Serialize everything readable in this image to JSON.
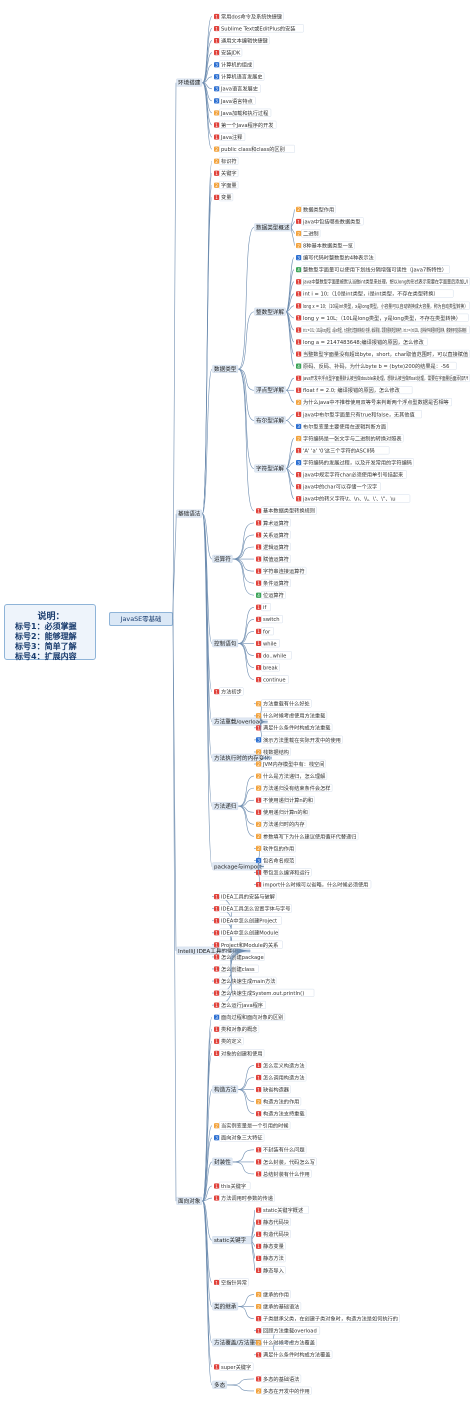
{
  "legend": {
    "title": "说明：",
    "lines": [
      "标号1：必须掌握",
      "标号2：能够理解",
      "标号3：简单了解",
      "标号4：扩展内容"
    ]
  },
  "root": "JavaSE零基础",
  "colors": {
    "p1": "#e0413a",
    "p2": "#f2a23c",
    "p3": "#2c6fd1",
    "p4": "#3aa356",
    "line": "#6e8db0",
    "box": "#dfe8f3"
  },
  "tree": [
    {
      "label": "环境搭建",
      "children": [
        {
          "label": "常用dos命令及系统快捷键",
          "p": 1
        },
        {
          "label": "Sublime Text或EditPlus的安装",
          "p": 1
        },
        {
          "label": "通用文本编辑快捷键",
          "p": 1
        },
        {
          "label": "安装JDK",
          "p": 1
        },
        {
          "label": "计算机的组成",
          "p": 3
        },
        {
          "label": "计算机语言发展史",
          "p": 3
        },
        {
          "label": "Java语言发展史",
          "p": 3
        },
        {
          "label": "Java语言特点",
          "p": 3
        },
        {
          "label": "Java加载和执行过程",
          "p": 2
        },
        {
          "label": "第一个Java程序的开发",
          "p": 1
        },
        {
          "label": "Java注释",
          "p": 1
        },
        {
          "label": "public class和class的区别",
          "p": 2
        }
      ]
    },
    {
      "label": "基础语法",
      "children": [
        {
          "label": "标识符",
          "p": 2
        },
        {
          "label": "关键字",
          "p": 1
        },
        {
          "label": "字面量",
          "p": 2
        },
        {
          "label": "变量",
          "p": 1
        },
        {
          "label": "数据类型",
          "children": [
            {
              "label": "数据类型概述",
              "children": [
                {
                  "label": "数据类型作用",
                  "p": 2
                },
                {
                  "label": "java中包括哪些数据类型",
                  "p": 1
                },
                {
                  "label": "二进制",
                  "p": 2
                },
                {
                  "label": "8种基本数据类型一览",
                  "p": 2
                }
              ]
            },
            {
              "label": "整数型详解",
              "children": [
                {
                  "label": "编写代码时整数型的4种表示法",
                  "p": 3
                },
                {
                  "label": "整数型字面量可以使用下划线分隔增强可读性（Java7新特性）",
                  "p": 4
                },
                {
                  "label": "java中整数型字面量被默认当做int类型来处理，想以long的形式表示需要在字面量后添加L/l",
                  "p": 1
                },
                {
                  "label": "int i = 10;（10是int类型，i是int类型，不存在类型转换）",
                  "p": 1
                },
                {
                  "label": "long x = 10;（10是int类型，x是long类型，小容量可以自动转换成大容量，称为自动类型转换）",
                  "p": 1
                },
                {
                  "label": "long y = 10L;（10L是long类型，y是long类型，不存在类型转换）",
                  "p": 1
                },
                {
                  "label": "int z = 10L;（10L是long类型，z是int类型，大容量无法直接转换成小容量，编译报错，需要加强制类型转换符，int z = (int)10L，这种操作叫做强制类型转换，谨慎使用可能损失精度）",
                  "p": 1
                },
                {
                  "label": "long a = 2147483648;编译报错的原因，怎么修改",
                  "p": 1
                },
                {
                  "label": "当整数型字面量没有超出byte，short，char取值范围时，可以直接赋值",
                  "p": 1
                },
                {
                  "label": "原码、反码、补码，为什么byte b = (byte)200的结果是：-56",
                  "p": 4
                }
              ]
            },
            {
              "label": "浮点型详解",
              "children": [
                {
                  "label": "java开发中浮点型字面量默认被当做double来处理，想默认被当做float处理，需要在字面量后面添加F/f",
                  "p": 1
                },
                {
                  "label": "float f = 2.0; 编译报错的原因，怎么修改",
                  "p": 1
                },
                {
                  "label": "为什么java中不推荐使用双等号来判断两个浮点型数据是否相等",
                  "p": 2
                }
              ]
            },
            {
              "label": "布尔型详解",
              "children": [
                {
                  "label": "java中布尔型字面量只有true和false，无其他值",
                  "p": 1
                },
                {
                  "label": "布尔型变量主要使用在逻辑判断方面",
                  "p": 3
                }
              ]
            },
            {
              "label": "字符型详解",
              "children": [
                {
                  "label": "字符编码是一张文字与二进制的转换对照表",
                  "p": 2
                },
                {
                  "label": "'A' 'a' '0'这三个字符的ASCII码",
                  "p": 1
                },
                {
                  "label": "字符编码的发展过程，以及开发常用的字符编码",
                  "p": 3
                },
                {
                  "label": "java中规定字符char必须使用单引号括起来",
                  "p": 1
                },
                {
                  "label": "java中的char可以存储一个汉字",
                  "p": 1
                },
                {
                  "label": "java中的转义字符\\t、\\n、\\\\、\\'、\\\"、\\u",
                  "p": 1
                }
              ]
            },
            {
              "label": "基本数据类型转换规则",
              "p": 1
            }
          ]
        },
        {
          "label": "运算符",
          "children": [
            {
              "label": "算术运算符",
              "p": 1
            },
            {
              "label": "关系运算符",
              "p": 1
            },
            {
              "label": "逻辑运算符",
              "p": 1
            },
            {
              "label": "赋值运算符",
              "p": 1
            },
            {
              "label": "字符串连接运算符",
              "p": 1
            },
            {
              "label": "条件运算符",
              "p": 1
            },
            {
              "label": "位运算符",
              "p": 4
            }
          ]
        },
        {
          "label": "控制语句",
          "children": [
            {
              "label": "if",
              "p": 1
            },
            {
              "label": "switch",
              "p": 1
            },
            {
              "label": "for",
              "p": 1
            },
            {
              "label": "while",
              "p": 1
            },
            {
              "label": "do..while",
              "p": 1
            },
            {
              "label": "break",
              "p": 1
            },
            {
              "label": "continue",
              "p": 1
            }
          ]
        },
        {
          "label": "方法初步",
          "p": 1
        },
        {
          "label": "方法重载/overload",
          "children": [
            {
              "label": "方法重载有什么好处",
              "p": 2
            },
            {
              "label": "什么时候考虑使用方法重载",
              "p": 2
            },
            {
              "label": "满足什么条件时构成方法重载",
              "p": 1
            },
            {
              "label": "演示方法重载在实际开发中的使用",
              "p": 3
            }
          ]
        },
        {
          "label": "方法执行时的内存变化",
          "children": [
            {
              "label": "栈数据结构",
              "p": 2
            },
            {
              "label": "JVM内存模型中有：栈空间",
              "p": 2
            }
          ]
        },
        {
          "label": "方法递归",
          "children": [
            {
              "label": "什么是方法递归，怎么理解",
              "p": 2
            },
            {
              "label": "方法递归没有结束条件会怎样",
              "p": 2
            },
            {
              "label": "不使用递归计算n的和",
              "p": 1
            },
            {
              "label": "使用递归计算n的和",
              "p": 1
            },
            {
              "label": "方法递归时的内存",
              "p": 2
            },
            {
              "label": "参数填写下为什么建议使用循环代替递归",
              "p": 2
            }
          ]
        },
        {
          "label": "package与import",
          "children": [
            {
              "label": "软件包的作用",
              "p": 2
            },
            {
              "label": "包名命名规范",
              "p": 3
            },
            {
              "label": "带包怎么编译和运行",
              "p": 1
            },
            {
              "label": "import什么时候可以省略，什么时候必须使用",
              "p": 1
            }
          ]
        }
      ]
    },
    {
      "label": "IntelliJ IDEA工具的使用",
      "children": [
        {
          "label": "IDEA工具的安装与破解",
          "p": 1
        },
        {
          "label": "IDEA工具怎么设置字体与字号",
          "p": 1
        },
        {
          "label": "IDEA中怎么创建Project",
          "p": 1
        },
        {
          "label": "IDEA中怎么创建Module",
          "p": 1
        },
        {
          "label": "Project和Module的关系",
          "p": 1
        },
        {
          "label": "怎么创建package",
          "p": 1
        },
        {
          "label": "怎么创建class",
          "p": 1
        },
        {
          "label": "怎么快速生成main方法",
          "p": 1
        },
        {
          "label": "怎么快速生成System.out.println()",
          "p": 1
        },
        {
          "label": "怎么运行java程序",
          "p": 1
        }
      ]
    },
    {
      "label": "面向对象",
      "children": [
        {
          "label": "面向过程和面向对象的区别",
          "p": 3
        },
        {
          "label": "类和对象的概念",
          "p": 1
        },
        {
          "label": "类的定义",
          "p": 1
        },
        {
          "label": "对象的创建和使用",
          "p": 1
        },
        {
          "label": "构造方法",
          "children": [
            {
              "label": "怎么定义构造方法",
              "p": 1
            },
            {
              "label": "怎么调用构造方法",
              "p": 1
            },
            {
              "label": "缺省构造器",
              "p": 1
            },
            {
              "label": "构造方法的作用",
              "p": 2
            },
            {
              "label": "构造方法支持重载",
              "p": 1
            }
          ]
        },
        {
          "label": "当实例变量是一个引用的时候",
          "p": 2
        },
        {
          "label": "面向对象三大特征",
          "p": 3
        },
        {
          "label": "封装性",
          "children": [
            {
              "label": "不封装有什么问题",
              "p": 1
            },
            {
              "label": "怎么封装，代码怎么写",
              "p": 1
            },
            {
              "label": "总结封装有什么作用",
              "p": 1
            }
          ]
        },
        {
          "label": "this关键字",
          "p": 1
        },
        {
          "label": "方法调用时参数的传递",
          "p": 1
        },
        {
          "label": "static关键字",
          "children": [
            {
              "label": "static关键字概述",
              "p": 1
            },
            {
              "label": "静态代码块",
              "p": 1
            },
            {
              "label": "构造代码块",
              "p": 1
            },
            {
              "label": "静态变量",
              "p": 1
            },
            {
              "label": "静态方法",
              "p": 1
            },
            {
              "label": "静态导入",
              "p": 1
            }
          ]
        },
        {
          "label": "空指针异常",
          "p": 1
        },
        {
          "label": "类的继承",
          "children": [
            {
              "label": "继承的作用",
              "p": 2
            },
            {
              "label": "继承的基础语法",
              "p": 2
            },
            {
              "label": "子类继承父类，在创建子类对象时，构造方法是如何执行的",
              "p": 1
            }
          ]
        },
        {
          "label": "方法覆盖/方法重写/override",
          "children": [
            {
              "label": "回顾方法重载overload",
              "p": 1
            },
            {
              "label": "什么时候考虑方法覆盖",
              "p": 2
            },
            {
              "label": "满足什么条件时构成方法覆盖",
              "p": 1
            }
          ]
        },
        {
          "label": "super关键字",
          "p": 1
        },
        {
          "label": "多态",
          "children": [
            {
              "label": "多态的基础语法",
              "p": 1
            },
            {
              "label": "多态在开发中的作用",
              "p": 2
            }
          ]
        }
      ]
    }
  ]
}
